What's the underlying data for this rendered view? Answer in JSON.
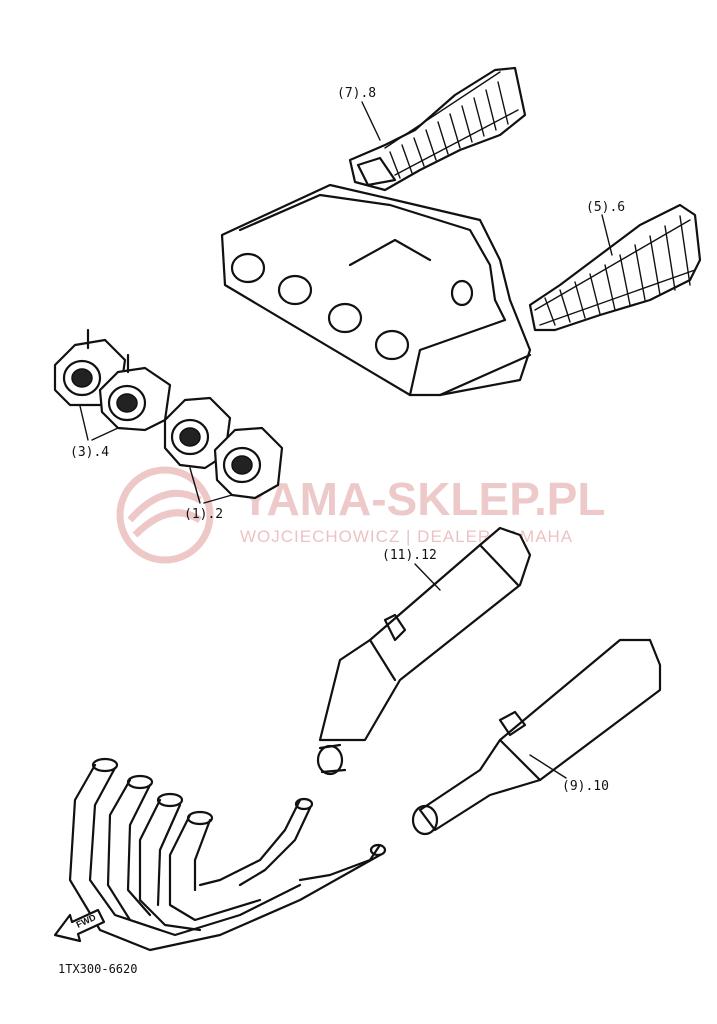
{
  "labels": {
    "part_7_8": "(7).8",
    "part_5_6": "(5).6",
    "part_3_4": "(3).4",
    "part_1_2": "(1).2",
    "part_11_12": "(11).12",
    "part_9_10": "(9).10"
  },
  "watermark": {
    "main": "YAMA-SKLEP.PL",
    "sub": "WOJCIECHOWICZ | DEALER YAMAHA"
  },
  "forward_arrow": "FWD",
  "diagram_code": "1TX300-6620"
}
